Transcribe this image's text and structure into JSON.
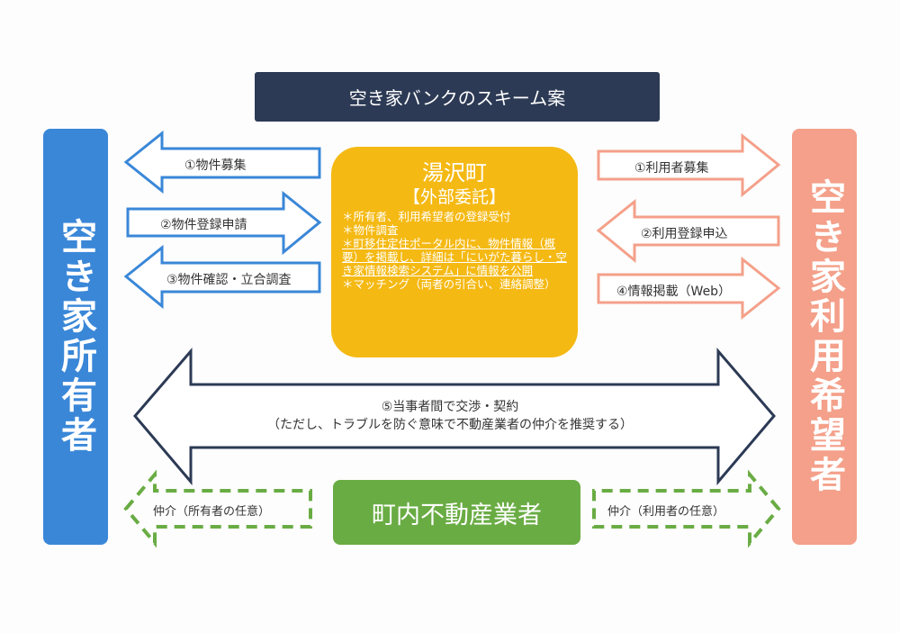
{
  "title": "空き家バンクのスキーム案",
  "owner": "空き家所有者",
  "user": "空き家利用希望者",
  "center": {
    "heading": "湯沢町",
    "subheading": "【外部委託】",
    "items": [
      "＊所有者、利用希望者の登録受付",
      "＊物件調査"
    ],
    "underlined": "＊町移住定住ポータル内に、物件情報（概要）を掲載し、詳細は「にいがた暮らし・空き家情報検索システム」に情報を公開",
    "last": "＊マッチング（両者の引合い、連絡調整）"
  },
  "left_arrows": [
    "①物件募集",
    "②物件登録申請",
    "③物件確認・立合調査"
  ],
  "right_arrows": [
    "①利用者募集",
    "②利用登録申込",
    "④情報掲載（Web）"
  ],
  "contract": {
    "line1": "⑤当事者間で交渉・契約",
    "line2": "（ただし、トラブルを防ぐ意味で不動産業者の仲介を推奨する）"
  },
  "agent": "町内不動産業者",
  "mediation_left": "仲介（所有者の任意）",
  "mediation_right": "仲介（利用者の任意）",
  "colors": {
    "navy": "#2c3a55",
    "blue": "#3a87d8",
    "salmon": "#f4a08a",
    "yellow": "#f5b914",
    "green": "#6aac44"
  }
}
